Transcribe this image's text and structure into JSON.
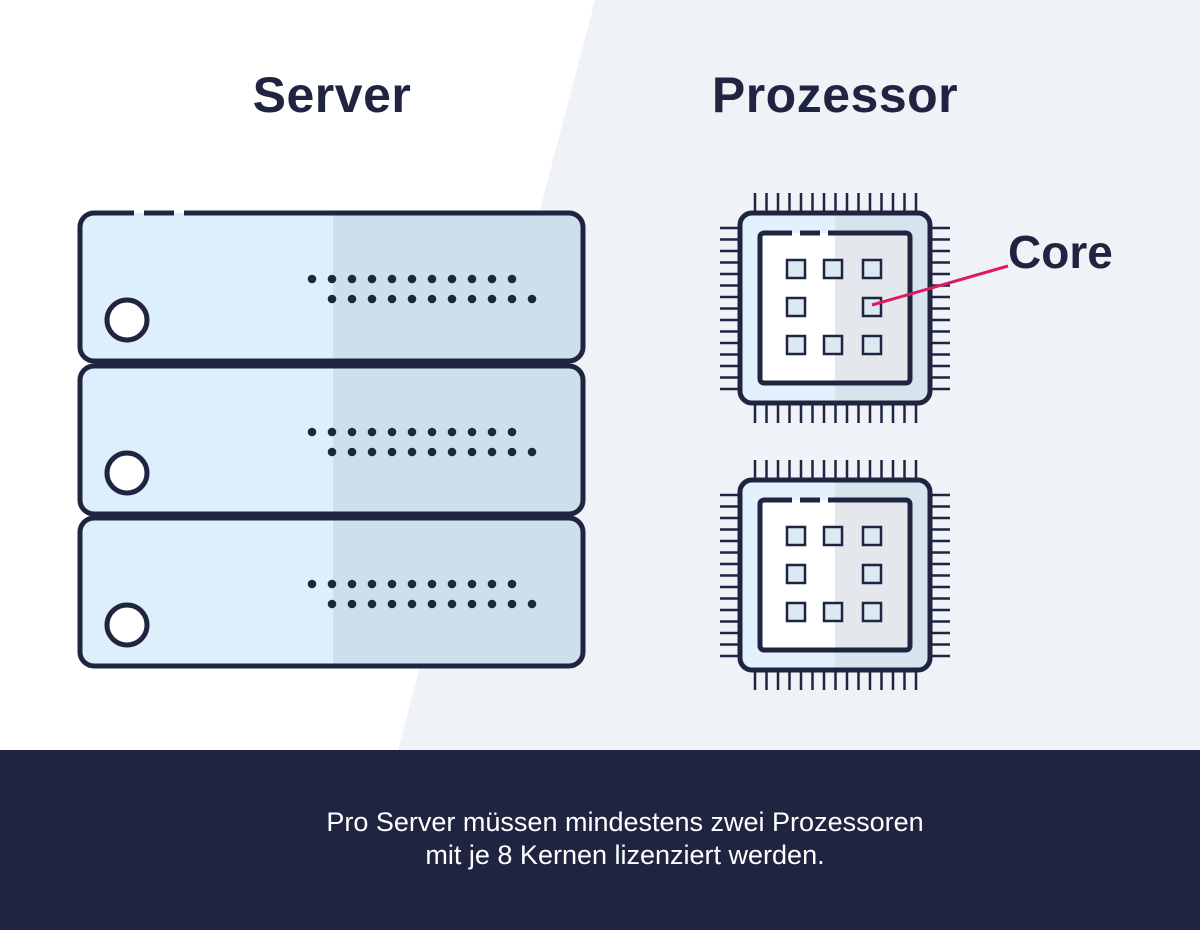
{
  "labels": {
    "server": "Server",
    "processor": "Prozessor",
    "core": "Core"
  },
  "footer": {
    "lines": [
      "Pro Server müssen mindestens zwei Prozessoren",
      "mit je 8 Kernen lizenziert werden."
    ]
  },
  "diagram": {
    "server_units": 3,
    "processors": 2,
    "cores_per_processor": 8
  },
  "colors": {
    "ink": "#1f2540",
    "server_light": "#ddeffc",
    "server_shade": "#cddfec",
    "chip_light": "#e2f1fc",
    "chip_shade": "#d6e4ee",
    "die_light": "#ffffff",
    "die_shade": "#e4e7eb",
    "panel_right": "#eff2f7",
    "footer_bg": "#1f2540",
    "caption": "#ffffff",
    "pointer": "#e0185f"
  },
  "icons": {
    "server": "server-rack-icon",
    "processor": "cpu-chip-icon",
    "indicator": "power-ring-icon",
    "vents": "vent-dots-icon"
  }
}
